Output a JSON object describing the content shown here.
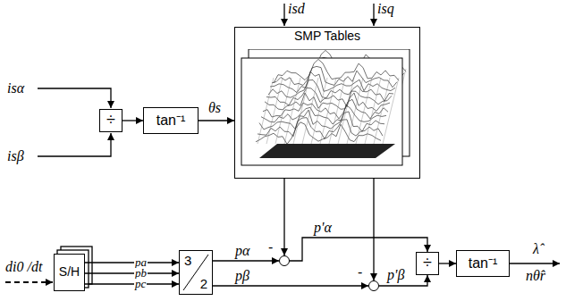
{
  "diagram": {
    "nodes": [
      {
        "text": [
          "÷"
        ]
      },
      {
        "text": [
          "tan⁻¹"
        ]
      },
      {
        "text": [
          "SMP Tables"
        ]
      },
      {
        "text": [
          "S/H"
        ]
      },
      {
        "text": [
          "3",
          "2"
        ]
      },
      {
        "text": [
          "-"
        ]
      },
      {
        "text": [
          "-"
        ]
      },
      {
        "text": [
          "÷"
        ]
      },
      {
        "text": [
          "tan⁻¹"
        ]
      }
    ],
    "edges": [
      {
        "from": 0,
        "to": 1,
        "arrow": "to"
      },
      {
        "from": 1,
        "to": 2,
        "label": "θs",
        "arrow": "to"
      },
      {
        "from": 3,
        "to": 4,
        "label": "pa",
        "arrow": "to"
      },
      {
        "from": 3,
        "to": 4,
        "label": "pb",
        "arrow": "to"
      },
      {
        "from": 3,
        "to": 4,
        "label": "pc",
        "arrow": "to"
      },
      {
        "from": 4,
        "to": 5,
        "label": "pα",
        "arrow": "to"
      },
      {
        "from": 4,
        "to": 6,
        "label": "pβ",
        "arrow": "to"
      },
      {
        "from": 2,
        "to": 5,
        "arrow": "to"
      },
      {
        "from": 2,
        "to": 6,
        "arrow": "to"
      },
      {
        "from": 5,
        "to": 7,
        "label": "p'α",
        "arrow": "to"
      },
      {
        "from": 6,
        "to": 7,
        "label": "p'β",
        "arrow": "to"
      },
      {
        "from": 7,
        "to": 8,
        "arrow": "to"
      }
    ],
    "labels": [
      "isα",
      "isβ",
      "isd",
      "isq",
      "di0 /dt",
      "λ̂",
      "nθ̂r"
    ]
  }
}
